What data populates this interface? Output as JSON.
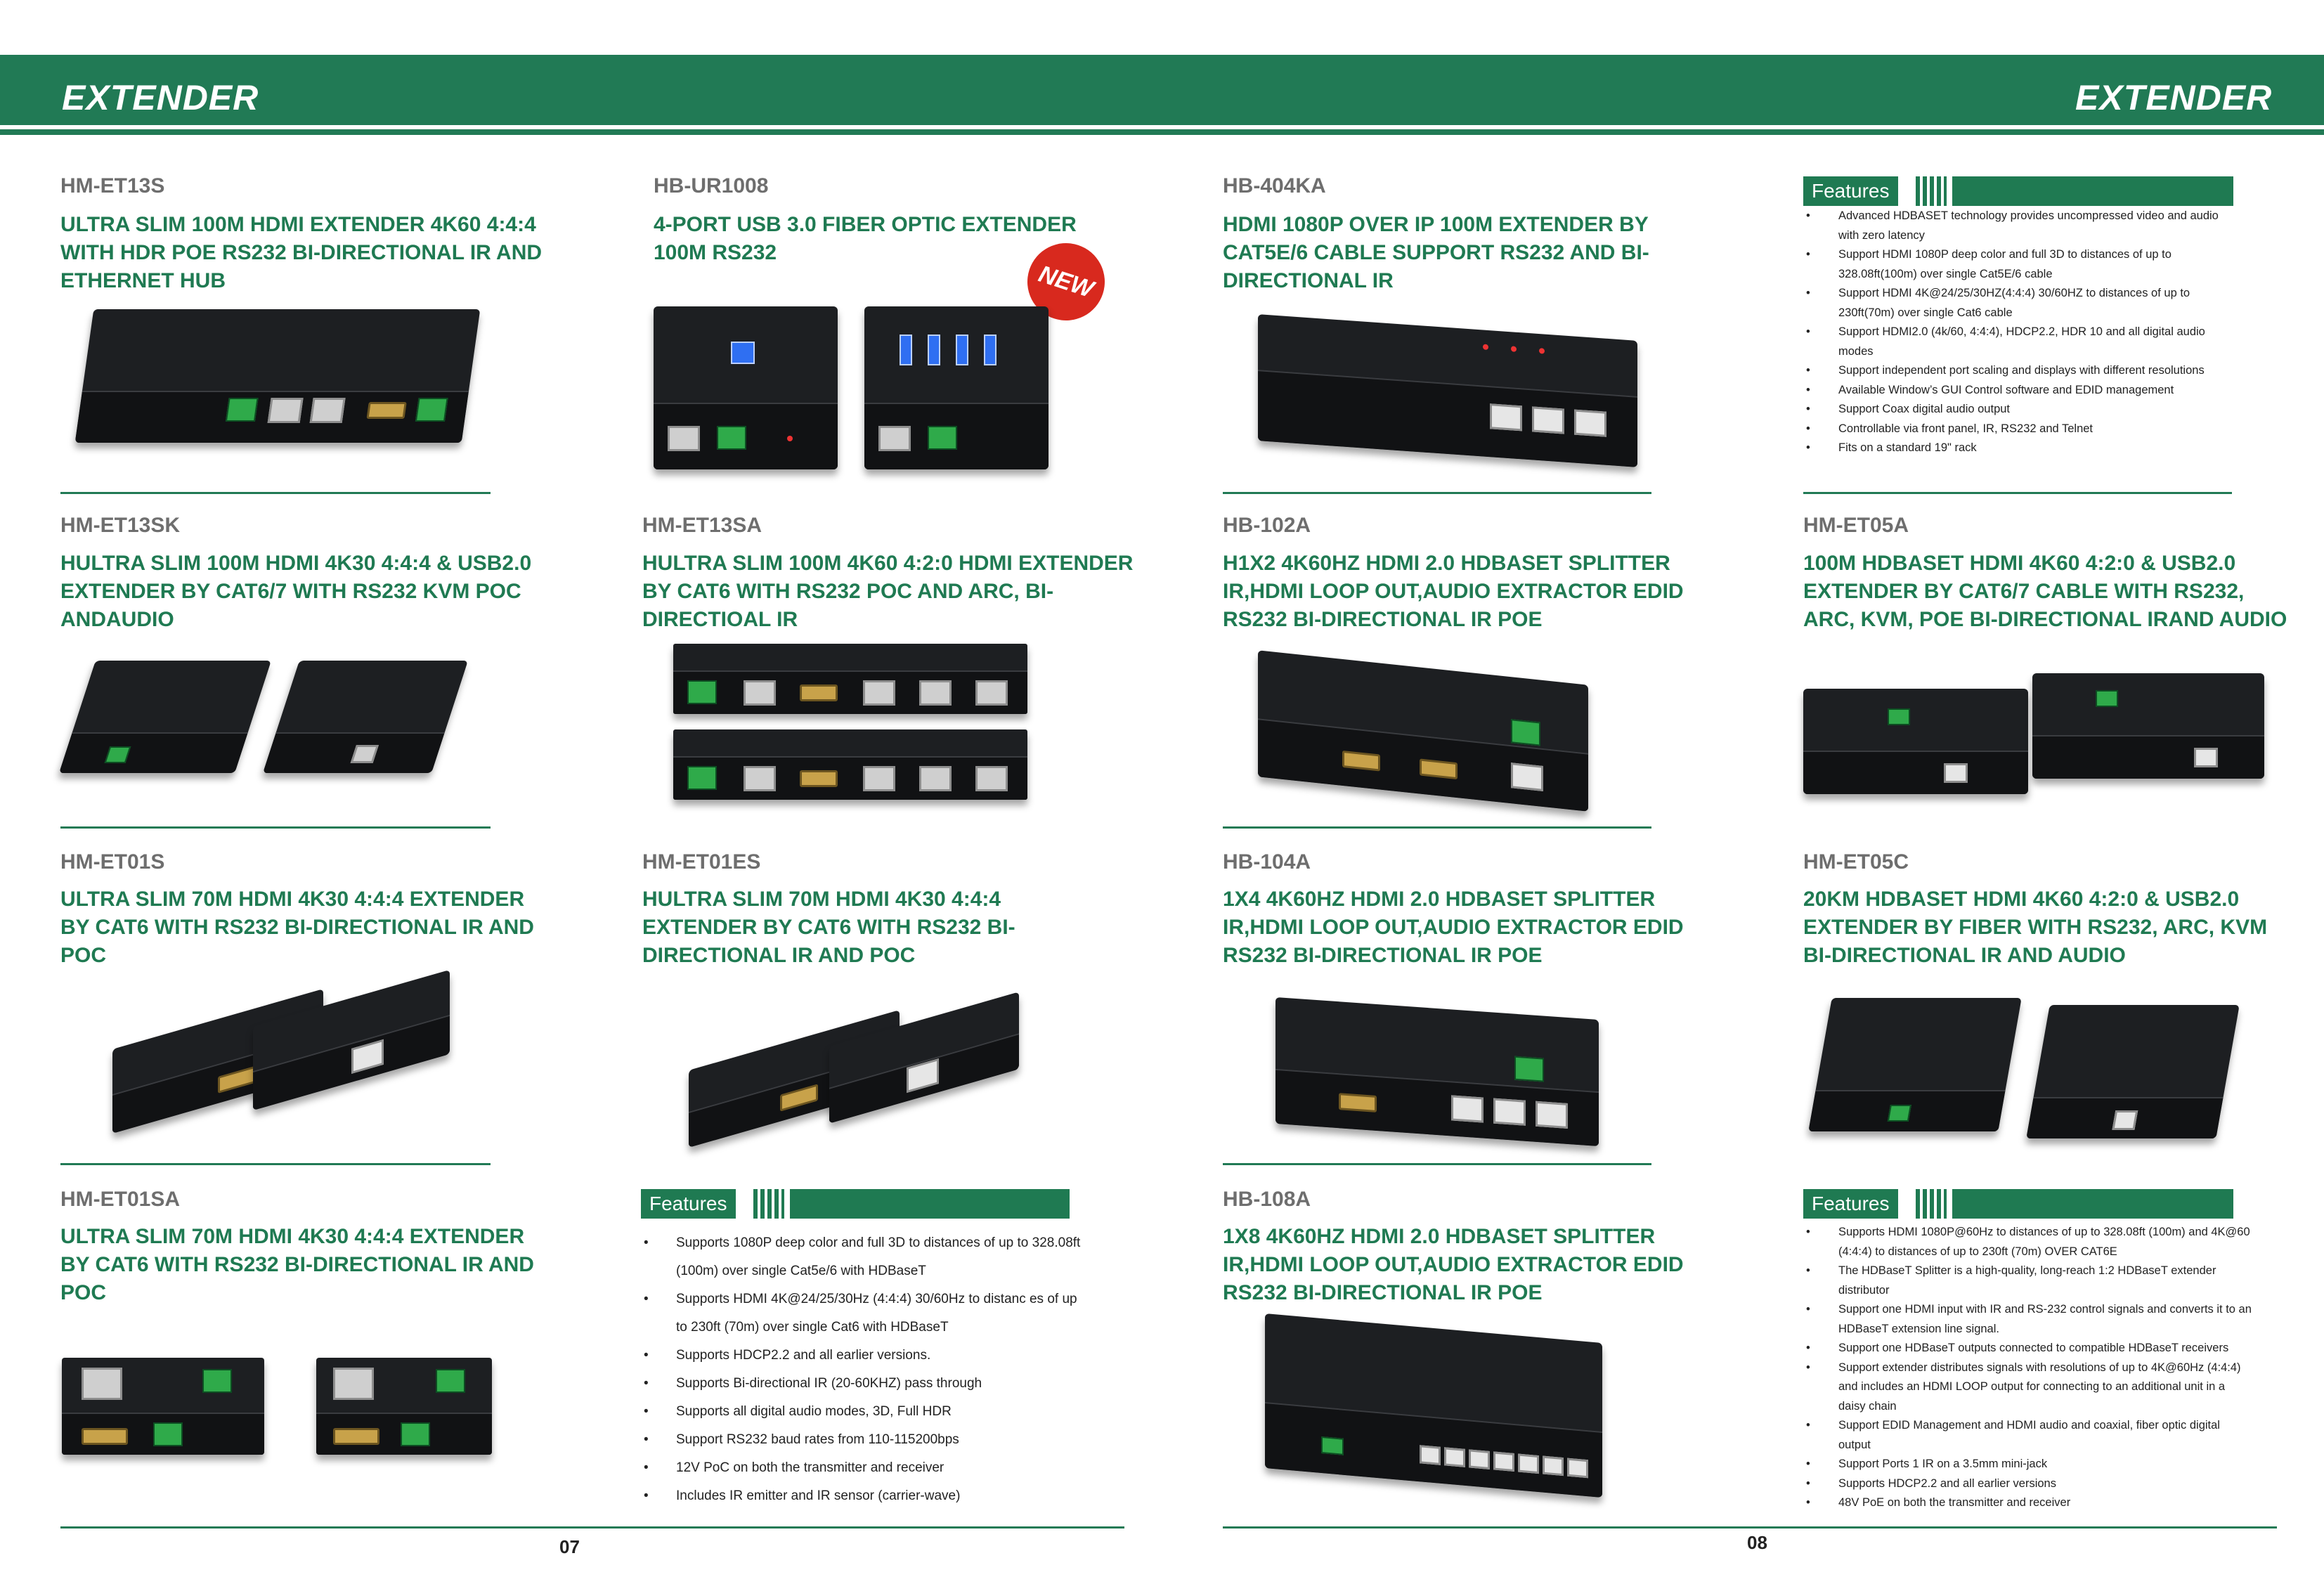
{
  "header": {
    "left_title": "EXTENDER",
    "right_title": "EXTENDER"
  },
  "products": [
    {
      "model": "HM-ET13S",
      "title": "ULTRA SLIM 100M  HDMI EXTENDER 4K60 4:4:4 WITH HDR POE RS232 BI-DIRECTIONAL IR AND ETHERNET HUB"
    },
    {
      "model": "HB-UR1008",
      "title": "4-PORT USB 3.0 FIBER OPTIC EXTENDER 100M RS232",
      "badge": "NEW"
    },
    {
      "model": "HB-404KA",
      "title": "HDMI 1080P OVER IP 100M EXTENDER BY CAT5E/6 CABLE SUPPORT RS232 AND BI-DIRECTIONAL IR"
    },
    {
      "model": "HM-ET13SK",
      "title": "HULTRA SLIM 100M HDMI 4K30 4:4:4 & USB2.0 EXTENDER BY CAT6/7 WITH RS232 KVM POC ANDAUDIO"
    },
    {
      "model": "HM-ET13SA",
      "title": "HULTRA SLIM 100M 4K60 4:2:0 HDMI EXTENDER BY CAT6 WITH RS232 POC AND ARC, BI-DIRECTIOAL IR"
    },
    {
      "model": "HB-102A",
      "title": "H1X2 4K60HZ HDMI 2.0 HDBaseT SPLITTER IR,HDMI LOOP OUT,AUDIO EXTRACTOR EDID RS232 BI-DIRECTIONAL IR POE"
    },
    {
      "model": "HM-ET05A",
      "title": "100M HDBaseT HDMI 4K60 4:2:0 & USB2.0 EXTENDER BY CAT6/7 CABLE WITH RS232, ARC, KVM, POE BI-DIRECTIONAL IRAND AUDIO"
    },
    {
      "model": "HM-ET01S",
      "title": "ULTRA SLIM 70M  HDMI 4K30 4:4:4 EXTENDER BY CAT6 WITH RS232 BI-DIRECTIONAL IR AND POC"
    },
    {
      "model": "HM-ET01ES",
      "title": "HULTRA SLIM 70M  HDMI 4K30 4:4:4 EXTENDER BY CAT6 WITH RS232 BI-DIRECTIONAL IR AND POC"
    },
    {
      "model": "HB-104A",
      "title": "1X4 4K60HZ HDMI 2.0 HDBaseT SPLITTER IR,HDMI LOOP OUT,AUDIO EXTRACTOR EDID RS232 BI-DIRECTIONAL IR POE"
    },
    {
      "model": "HM-ET05C",
      "title": "20KM HDBaseT HDMI 4K60 4:2:0 & USB2.0 EXTENDER BY FIBER WITH RS232, ARC, KVM BI-DIRECTIONAL IR AND AUDIO"
    },
    {
      "model": "HM-ET01SA",
      "title": "ULTRA SLIM 70M HDMI 4K30 4:4:4 EXTENDER BY CAT6 WITH RS232 BI-DIRECTIONAL IR AND POC"
    },
    {
      "model": "HB-108A",
      "title": "1X8 4K60HZ HDMI 2.0 HDBaseT SPLITTER IR,HDMI LOOP OUT,AUDIO EXTRACTOR EDID RS232 BI-DIRECTIONAL IR POE"
    }
  ],
  "features_top": {
    "label": "Features",
    "items": [
      "Advanced HDBASET technology provides uncompressed video and audio with zero latency",
      "Support HDMI 1080P deep color and full 3D to distances of up to 328.08ft(100m) over single Cat5E/6 cable",
      "Support HDMI 4K@24/25/30HZ(4:4:4) 30/60HZ to distances of up to 230ft(70m) over single Cat6 cable",
      "Support HDMI2.0 (4k/60, 4:4:4), HDCP2.2, HDR 10 and all digital audio modes",
      "Support independent port scaling and displays with different resolutions",
      "Available Window’s GUI Control software and EDID management",
      "Support Coax digital audio output",
      "Controllable via front panel, IR, RS232 and Telnet",
      "Fits on a standard 19\" rack"
    ]
  },
  "features_mid": {
    "label": "Features",
    "items": [
      "Supports 1080P deep color and full 3D to distances of up to 328.08ft (100m) over single Cat5e/6 with HDBaseT",
      "Supports HDMI 4K@24/25/30Hz (4:4:4) 30/60Hz to distanc es of up to 230ft (70m) over single Cat6 with HDBaseT",
      "Supports HDCP2.2 and all earlier versions.",
      "Supports Bi-directional IR (20-60KHZ) pass through",
      "Supports all digital audio modes, 3D, Full HDR",
      "Support RS232 baud rates from 110-115200bps",
      "12V PoC on both the transmitter and receiver",
      "Includes IR emitter and IR sensor (carrier-wave)"
    ]
  },
  "features_bottom": {
    "label": "Features",
    "items": [
      "Supports HDMI 1080P@60Hz to distances of up to 328.08ft (100m) and 4K@60 (4:4:4) to distances of up to 230ft (70m) OVER CAT6E",
      " The HDBaseT Splitter is a high-quality, long-reach 1:2 HDBaseT extender distributor",
      "Support one HDMI input with IR and RS-232 control signals and converts it to an HDBaseT extension line signal.",
      "Support one HDBaseT outputs connected to compatible HDBaseT receivers",
      "Support extender distributes signals with resolutions of up to 4K@60Hz (4:4:4) and includes an HDMI LOOP output for connecting to an additional unit in a daisy chain",
      "Support EDID Management and HDMI audio and coaxial, fiber optic digital output",
      " Support Ports 1 IR on a 3.5mm mini-jack",
      "Supports HDCP2.2 and all earlier versions",
      "48V PoE on both the transmitter and receiver"
    ]
  },
  "pages": {
    "left": "07",
    "right": "08"
  }
}
